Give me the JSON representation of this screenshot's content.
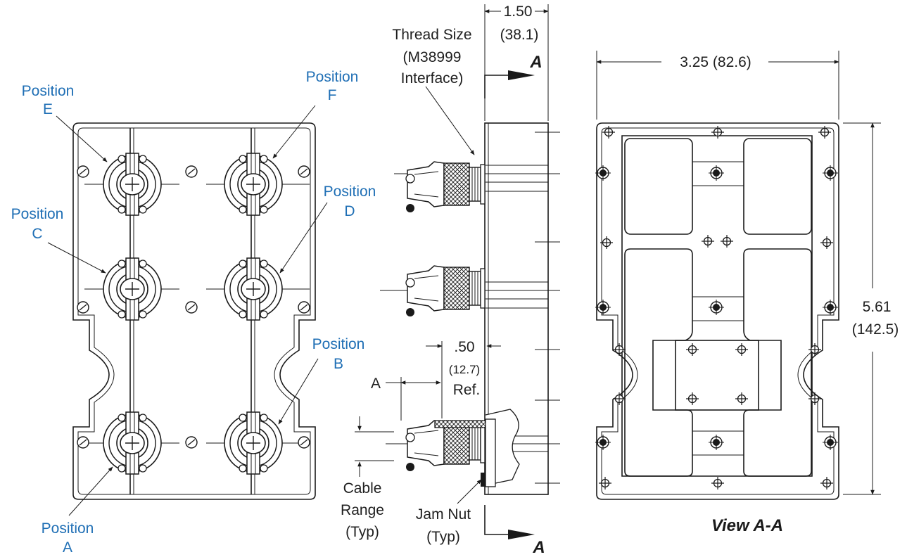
{
  "front_view": {
    "positions": [
      {
        "id": "E",
        "line1": "Position",
        "line2": "E"
      },
      {
        "id": "F",
        "line1": "Position",
        "line2": "F"
      },
      {
        "id": "C",
        "line1": "Position",
        "line2": "C"
      },
      {
        "id": "D",
        "line1": "Position",
        "line2": "D"
      },
      {
        "id": "B",
        "line1": "Position",
        "line2": "B"
      },
      {
        "id": "A",
        "line1": "Position",
        "line2": "A"
      }
    ]
  },
  "side_view": {
    "depth_dim": {
      "line1": "1.50",
      "line2": "(38.1)"
    },
    "thread_size": {
      "line1": "Thread Size",
      "line2": "(M38999",
      "line3": "Interface)"
    },
    "section_letter_top": "A",
    "section_letter_bottom": "A",
    "offset_dim": {
      "line1": ".50",
      "line2": "(12.7)",
      "line3": "Ref."
    },
    "a_label": "A",
    "cable_range": {
      "line1": "Cable",
      "line2": "Range",
      "line3": "(Typ)"
    },
    "jam_nut": {
      "line1": "Jam Nut",
      "line2": "(Typ)"
    }
  },
  "section_view": {
    "width_dim": "3.25 (82.6)",
    "height_dim": {
      "line1": "5.61",
      "line2": "(142.5)"
    },
    "title": "View A-A"
  },
  "colors": {
    "position_label": "#1f6fb5",
    "line": "#1a1a1a"
  }
}
